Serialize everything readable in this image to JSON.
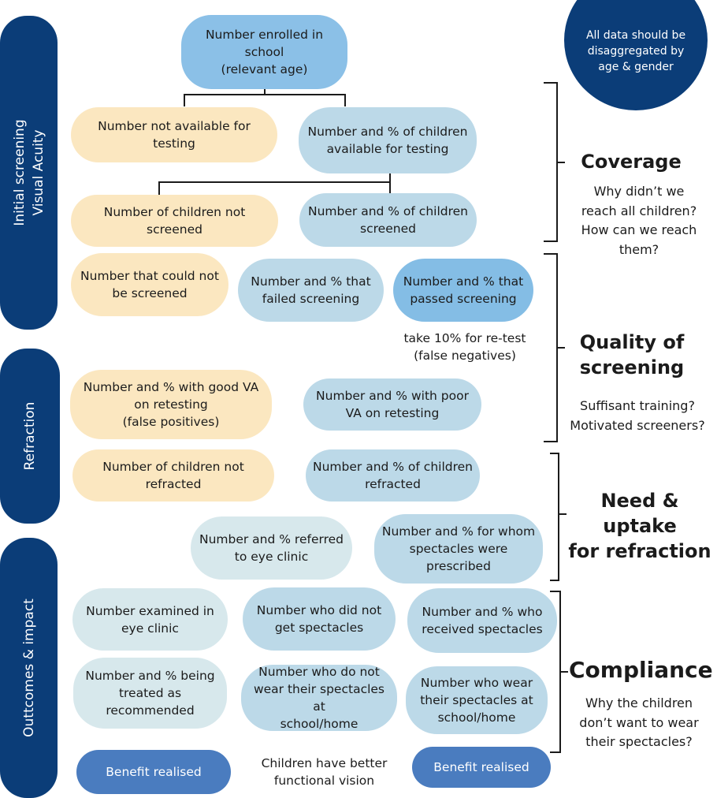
{
  "note": "All data should be\ndisaggregated by\nage & gender",
  "sections": {
    "initial_screening": "Initial screening\nVisual Acuity",
    "refraction": "Refraction",
    "outcomes": "Outtcomes & impact"
  },
  "nodes": {
    "enrolled": "Number enrolled in\nschool\n(relevant age)",
    "not_available": "Number not available for testing",
    "available": "Number and % of children\navailable for testing",
    "not_screened": "Number of children not\nscreened",
    "screened": "Number and % of children\nscreened",
    "could_not_screen": "Number that could not\nbe screened",
    "failed": "Number and % that\nfailed screening",
    "passed": "Number and % that\npassed screening",
    "retest_note": "take 10% for re-test\n(false negatives)",
    "good_va": "Number and % with good VA\non retesting\n(false positives)",
    "poor_va": "Number and % with poor\nVA on retesting",
    "not_refracted": "Number of children not\nrefracted",
    "refracted": "Number and % of children\nrefracted",
    "referred": "Number and % referred\nto eye clinic",
    "prescribed": "Number and % for whom\nspectacles were\nprescribed",
    "examined": "Number examined in\neye clinic",
    "did_not_get": "Number who did not\nget spectacles",
    "received": "Number and % who\nreceived spectacles",
    "treated": "Number and % being\ntreated as\nrecommended",
    "do_not_wear": "Number who do not\nwear their spectacles at\nschool/home",
    "wear": "Number who wear\ntheir spectacles at\nschool/home",
    "benefit_left": "Benefit realised",
    "better_vision": "Children have better\nfunctional vision",
    "benefit_right": "Benefit realised"
  },
  "categories": {
    "coverage": {
      "title": "Coverage",
      "subtitle": "Why didn’t we\nreach all children?\nHow can we reach\nthem?"
    },
    "quality": {
      "title": "Quality of\nscreening",
      "subtitle": "Suffisant training?\nMotivated screeners?"
    },
    "need": {
      "title": "Need & uptake\nfor refraction",
      "subtitle": ""
    },
    "compliance": {
      "title": "Compliance",
      "subtitle": "Why the children\ndon’t want to wear\ntheir spectacles?"
    }
  },
  "colors": {
    "navy": "#0b3d78",
    "yellow": "#fbe7c0",
    "light_blue": "#bcd9e8",
    "pale_blue": "#d7e8ec",
    "mid_blue": "#84bde5",
    "benefit": "#4a7cbf"
  }
}
